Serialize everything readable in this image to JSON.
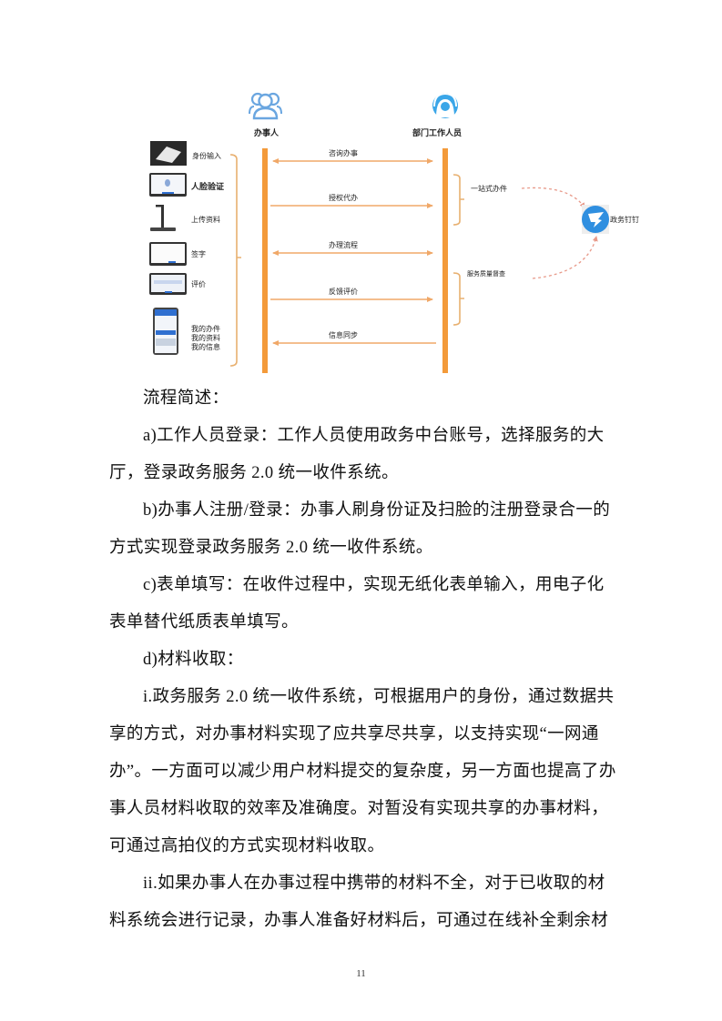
{
  "diagram": {
    "actor_left": "办事人",
    "actor_right": "部门工作人员",
    "devices": [
      {
        "label": "身份输入",
        "icon": "id-card-scan-icon"
      },
      {
        "label": "人脸验证",
        "icon": "tablet-face-verify-icon"
      },
      {
        "label": "上传资料",
        "icon": "document-camera-icon"
      },
      {
        "label": "签字",
        "icon": "tablet-sign-icon"
      },
      {
        "label": "评价",
        "icon": "tablet-rating-icon"
      },
      {
        "label": "我的办件\n我的资料\n我的信息",
        "lines": [
          "我的办件",
          "我的资料",
          "我的信息"
        ],
        "icon": "mobile-app-icon"
      }
    ],
    "messages": [
      {
        "label": "咨询办事",
        "direction": "both"
      },
      {
        "label": "授权代办",
        "direction": "right"
      },
      {
        "label": "办理流程",
        "direction": "both"
      },
      {
        "label": "反馈评价",
        "direction": "right"
      },
      {
        "label": "信息同步",
        "direction": "left"
      }
    ],
    "groups": [
      {
        "label": "一站式办件"
      },
      {
        "label": "服务质量督查"
      }
    ],
    "external_system": "政务钉钉",
    "colors": {
      "lifeline": "#f39a3a",
      "arrow": "#f0a868",
      "bracket": "#e8b070",
      "dashed": "#e89a8a",
      "dingtalk": "#2f8fe0",
      "person": "#6aa6e0"
    }
  },
  "document": {
    "heading": "流程简述：",
    "paragraphs": [
      "a)工作人员登录：工作人员使用政务中台账号，选择服务的大厅，登录政务服务 2.0 统一收件系统。",
      "b)办事人注册/登录：办事人刷身份证及扫脸的注册登录合一的方式实现登录政务服务 2.0 统一收件系统。",
      "c)表单填写：在收件过程中，实现无纸化表单输入，用电子化表单替代纸质表单填写。",
      "d)材料收取：",
      "i.政务服务 2.0 统一收件系统，可根据用户的身份，通过数据共享的方式，对办事材料实现了应共享尽共享，以支持实现“一网通办”。一方面可以减少用户材料提交的复杂度，另一方面也提高了办事人员材料收取的效率及准确度。对暂没有实现共享的办事材料，可通过高拍仪的方式实现材料收取。",
      "ii.如果办事人在办事过程中携带的材料不全，对于已收取的材料系统会进行记录，办事人准备好材料后，可通过在线补全剩余材"
    ],
    "page_number": "11"
  }
}
